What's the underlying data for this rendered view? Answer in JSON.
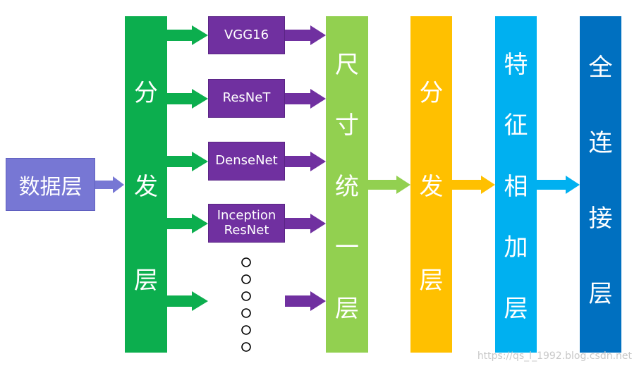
{
  "diagram": {
    "input_layer": "数据层",
    "split_layer_1": [
      "分",
      "发",
      "层"
    ],
    "models": [
      "VGG16",
      "ResNeT",
      "DenseNet",
      "Inception\nResNet"
    ],
    "ellipsis_count": 6,
    "size_unify_layer": [
      "尺",
      "寸",
      "统",
      "一",
      "层"
    ],
    "split_layer_2": [
      "分",
      "发",
      "层"
    ],
    "feature_add_layer": [
      "特",
      "征",
      "相",
      "加",
      "层"
    ],
    "fc_layer": [
      "全",
      "连",
      "接",
      "层"
    ]
  },
  "watermark": "https://qs_l_1992.blog.csdn.net",
  "colors": {
    "input": "#7777d4",
    "split1": "#0cae4e",
    "model": "#7030a0",
    "unify": "#92d050",
    "split2": "#ffc000",
    "feature": "#00b0f0",
    "fc": "#0070c0"
  }
}
